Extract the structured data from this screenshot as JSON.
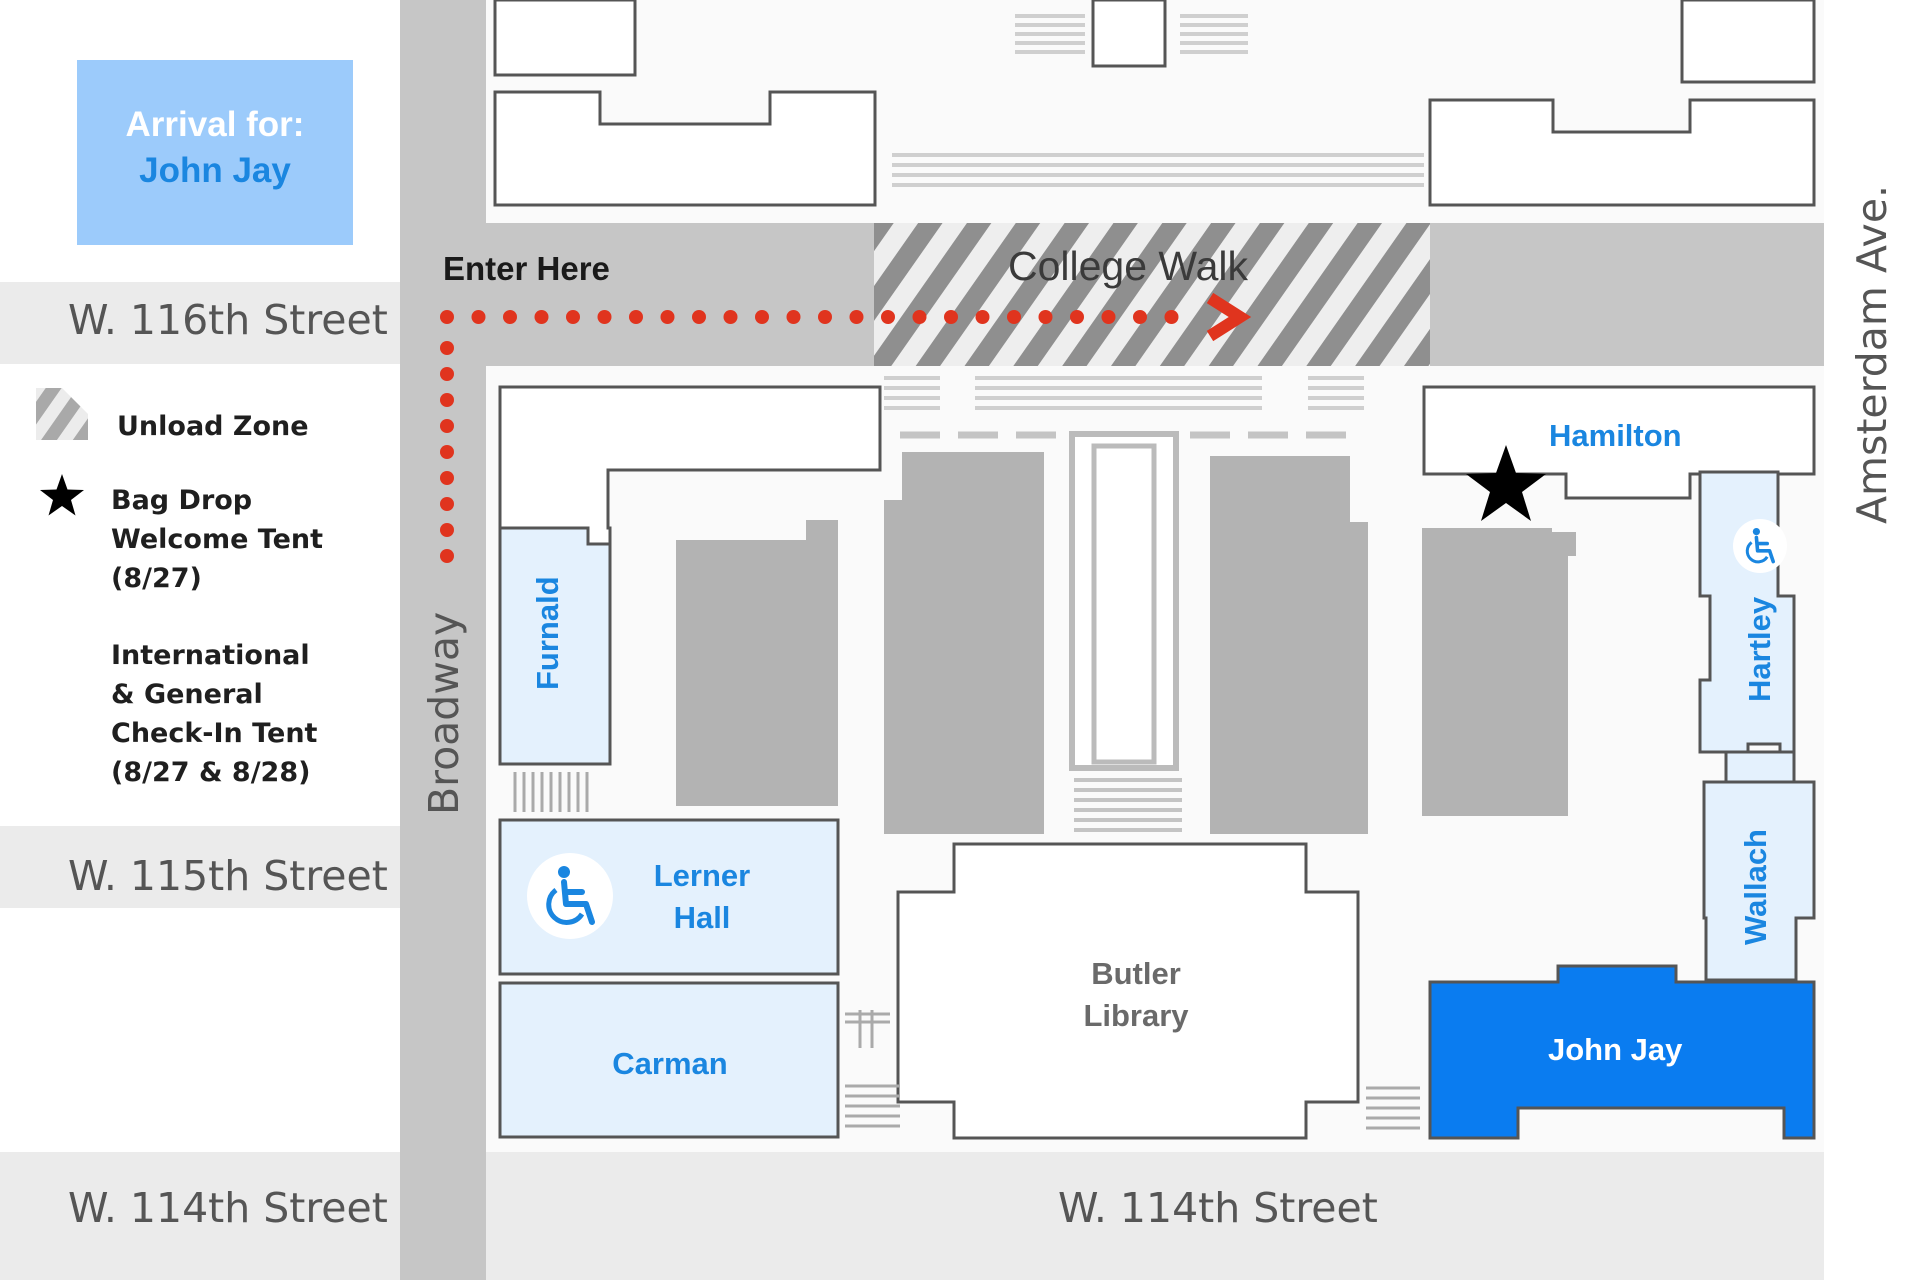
{
  "arrival": {
    "label": "Arrival for:",
    "residence": "John Jay"
  },
  "streets": {
    "w116": "W. 116th Street",
    "w115": "W. 115th Street",
    "w114_left": "W. 114th Street",
    "w114_bottom": "W. 114th Street",
    "broadway": "Broadway",
    "amsterdam": "Amsterdam Ave.",
    "college_walk": "College Walk"
  },
  "entry": {
    "label": "Enter Here"
  },
  "legend": {
    "unload_zone": "Unload Zone",
    "star_lines": [
      "Bag Drop",
      "Welcome Tent",
      "(8/27)"
    ],
    "checkin_lines": [
      "International",
      "& General",
      "Check-In Tent",
      "(8/27 & 8/28)"
    ]
  },
  "buildings": {
    "hamilton": "Hamilton",
    "hartley": "Hartley",
    "wallach": "Wallach",
    "john_jay": "John Jay",
    "furnald": "Furnald",
    "lerner": [
      "Lerner",
      "Hall"
    ],
    "carman": "Carman",
    "butler": [
      "Butler",
      "Library"
    ]
  },
  "icons": {
    "accessible": "wheelchair-icon",
    "star": "star-icon",
    "arrow": "chevron-right-icon"
  },
  "colors": {
    "highlight_residence": "#0a7cf0",
    "residence": "#e4f1fd",
    "residence_text": "#1a86e0",
    "arrival_card": "#9ccbfb",
    "route": "#e0341e",
    "street": "#c6c6c6",
    "building_gray": "#b3b3b3"
  }
}
